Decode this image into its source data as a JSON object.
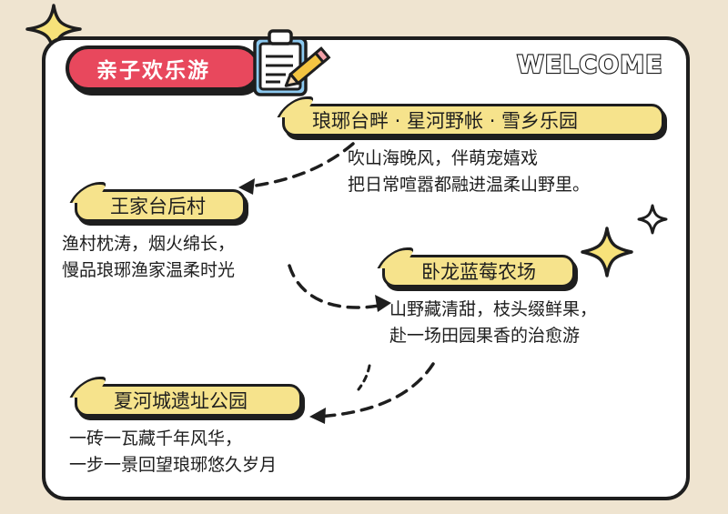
{
  "header": {
    "title": "亲子欢乐游",
    "welcome": "WELCOME"
  },
  "stops": [
    {
      "name": "琅琊台畔 · 星河野帐 · 雪乡乐园",
      "lines": [
        "吹山海晚风，伴萌宠嬉戏",
        "把日常喧嚣都融进温柔山野里。"
      ]
    },
    {
      "name": "王家台后村",
      "lines": [
        "渔村枕涛，烟火绵长，",
        "慢品琅琊渔家温柔时光"
      ]
    },
    {
      "name": "卧龙蓝莓农场",
      "lines": [
        "山野藏清甜，枝头缀鲜果，",
        "赴一场田园果香的治愈游"
      ]
    },
    {
      "name": "夏河城遗址公园",
      "lines": [
        "一砖一瓦藏千年风华，",
        "一步一景回望琅琊悠久岁月"
      ]
    }
  ],
  "colors": {
    "background": "#efe4d0",
    "card": "#ffffff",
    "title_tag": "#e8485d",
    "label": "#f6e38c",
    "sparkle": "#f7e27a",
    "outline": "#1e1e1e"
  },
  "icons": [
    "sparkle-icon",
    "clipboard-pencil-icon",
    "dashed-arrow-icon"
  ]
}
